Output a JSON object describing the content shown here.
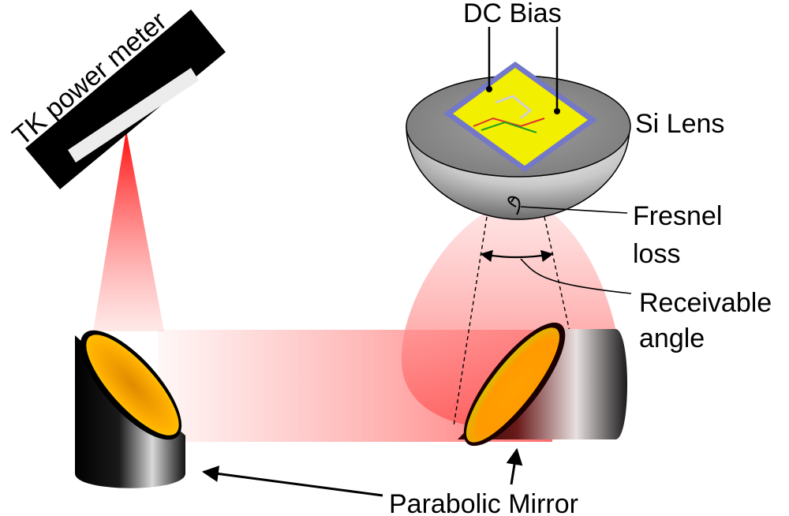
{
  "labels": {
    "detector": "TK power meter",
    "dc_bias": "DC Bias",
    "si_lens": "Si Lens",
    "fresnel_line1": "Fresnel",
    "fresnel_line2": "loss",
    "receivable_line1": "Receivable",
    "receivable_line2": "angle",
    "parabolic_mirror": "Parabolic Mirror"
  },
  "colors": {
    "beam": "#ff2a2a",
    "mirror_gold": "#ffb400",
    "chip_yellow": "#f5f000",
    "chip_frame": "#8a8ccc",
    "lens_gray": "#8c8c8c",
    "detector_black": "#000000"
  }
}
